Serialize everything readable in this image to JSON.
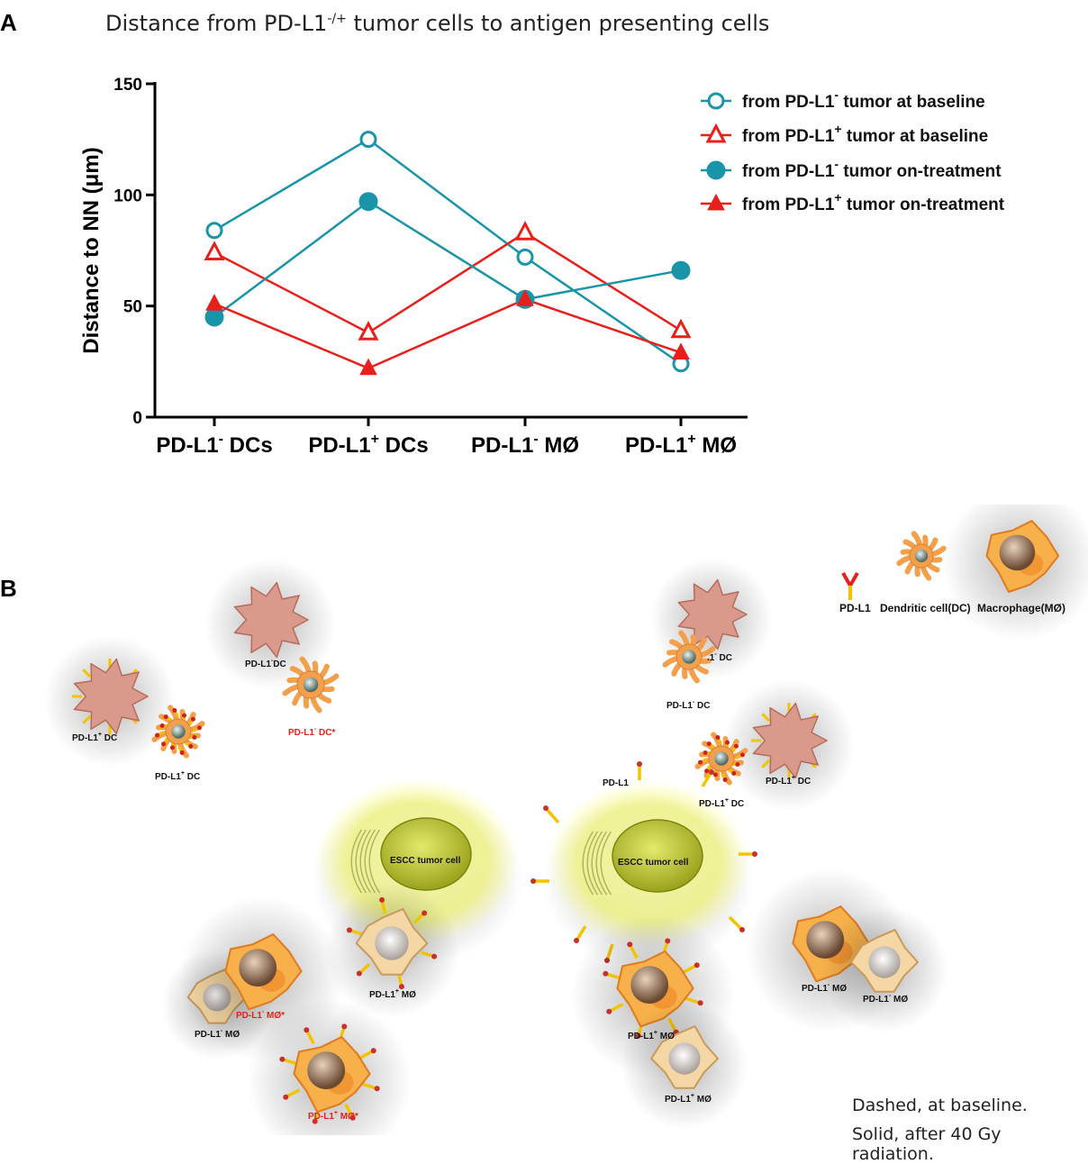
{
  "panel_a": {
    "letter": "A",
    "title_pre": "Distance from PD-L1",
    "title_sup": "-/+",
    "title_post": " tumor cells to antigen presenting cells"
  },
  "panel_b": {
    "letter": "B",
    "legend": {
      "pdl1": "PD-L1",
      "dc": "Dendritic cell(DC)",
      "mo": "Macrophage(MØ)"
    },
    "tumor_label": "ESCC tumor cell",
    "note1": "Dashed, at baseline.",
    "note2": "Solid, after 40 Gy radiation.",
    "pdl1_label": "PD-L1"
  },
  "colors": {
    "teal": "#1a94a8",
    "red": "#e8201c",
    "orange": "#f4a04a",
    "tumor": "#e8ee9a",
    "pink": "#d99a8c"
  },
  "chart_data": {
    "type": "line",
    "ylabel": "Distance  to NN (μm)",
    "ylim": [
      0,
      150
    ],
    "yticks": [
      0,
      50,
      100,
      150
    ],
    "categories": [
      {
        "base": "PD-L1",
        "sup": "-",
        "tail": " DCs"
      },
      {
        "base": "PD-L1",
        "sup": "+",
        "tail": " DCs"
      },
      {
        "base": "PD-L1",
        "sup": "-",
        "tail": " MØ"
      },
      {
        "base": "PD-L1",
        "sup": "+",
        "tail": " MØ"
      }
    ],
    "series": [
      {
        "name_pre": "from PD-L1",
        "name_sup": "-",
        "name_post": " tumor at baseline",
        "color": "#1a94a8",
        "marker": "circle",
        "filled": false,
        "values": [
          84,
          125,
          72,
          24
        ]
      },
      {
        "name_pre": "from PD-L1",
        "name_sup": "+",
        "name_post": " tumor at baseline",
        "color": "#e8201c",
        "marker": "triangle",
        "filled": false,
        "values": [
          74,
          38,
          83,
          39
        ]
      },
      {
        "name_pre": "from PD-L1",
        "name_sup": "-",
        "name_post": " tumor on-treatment",
        "color": "#1a94a8",
        "marker": "circle",
        "filled": true,
        "values": [
          45,
          97,
          53,
          66
        ]
      },
      {
        "name_pre": "from PD-L1",
        "name_sup": "+",
        "name_post": " tumor on-treatment",
        "color": "#e8201c",
        "marker": "triangle",
        "filled": true,
        "values": [
          51,
          22,
          53,
          29
        ]
      }
    ],
    "legend_position": "top-right",
    "grid": false
  },
  "diagram_labels": [
    {
      "id": "l1",
      "pre": "PD-L1",
      "sup": "-",
      "post": "DC",
      "red": false
    },
    {
      "id": "l2",
      "pre": "PD-L1",
      "sup": "+",
      "post": " DC",
      "red": false
    },
    {
      "id": "l3",
      "pre": "PD-L1",
      "sup": "+",
      "post": " DC",
      "red": false
    },
    {
      "id": "l4",
      "pre": "PD-L1",
      "sup": "-",
      "post": " DC*",
      "red": true
    },
    {
      "id": "l5",
      "pre": ".1",
      "sup": "-",
      "post": " DC",
      "red": false
    },
    {
      "id": "l6",
      "pre": "PD-L1",
      "sup": "-",
      "post": " DC",
      "red": false
    },
    {
      "id": "l7",
      "pre": "PD-L1",
      "sup": "+",
      "post": " DC",
      "red": false
    },
    {
      "id": "l8",
      "pre": "PD-L1",
      "sup": "+",
      "post": " DC",
      "red": false
    },
    {
      "id": "l9",
      "pre": "PD-L1",
      "sup": "-",
      "post": " MØ*",
      "red": true
    },
    {
      "id": "l10",
      "pre": "PD-L1",
      "sup": "-",
      "post": " MØ",
      "red": false
    },
    {
      "id": "l11",
      "pre": "PD-L1",
      "sup": "+",
      "post": " MØ",
      "red": false
    },
    {
      "id": "l12",
      "pre": "PD-L1",
      "sup": "+",
      "post": " MØ*",
      "red": true
    },
    {
      "id": "l13",
      "pre": "PD-L1",
      "sup": "+",
      "post": " MØ",
      "red": false
    },
    {
      "id": "l14",
      "pre": "PD-L1",
      "sup": "+",
      "post": " MØ",
      "red": false
    },
    {
      "id": "l15",
      "pre": "PD-L1",
      "sup": "-",
      "post": " MØ",
      "red": false
    },
    {
      "id": "l16",
      "pre": "PD-L1",
      "sup": "-",
      "post": " MØ",
      "red": false
    }
  ]
}
